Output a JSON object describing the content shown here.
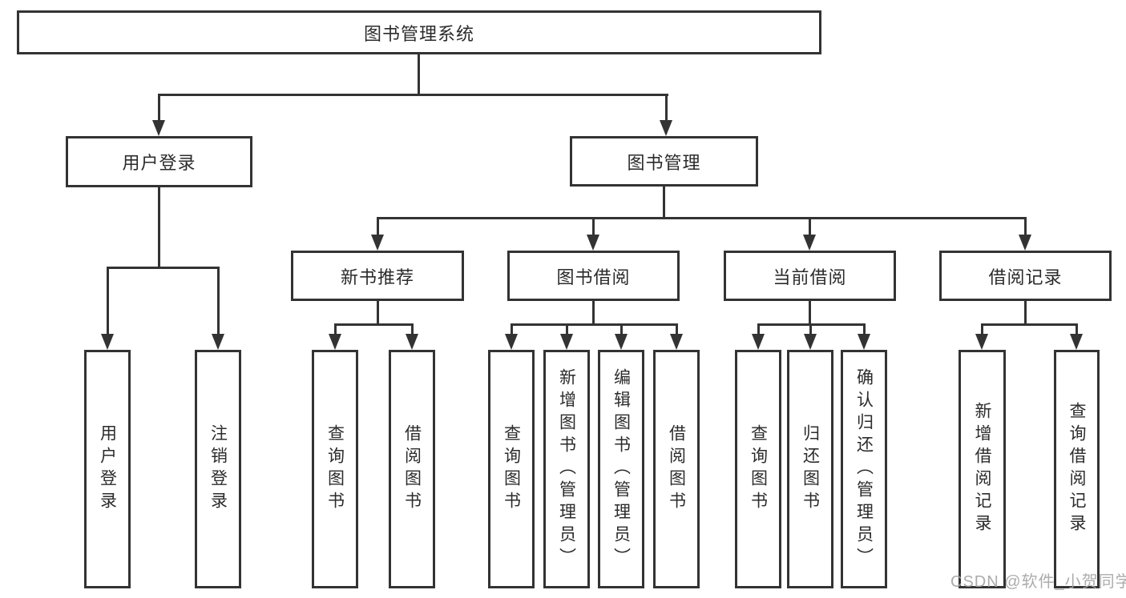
{
  "title": "图书管理系统",
  "watermark": {
    "text": "CSDN @软件_小贺同学"
  },
  "colors": {
    "line": "#333333",
    "border": "#333333",
    "text": "#2b2b2b",
    "background": "#ffffff",
    "watermark": "#a3a3a3"
  },
  "tree": {
    "label": "图书管理系统",
    "children": [
      {
        "label": "用户登录",
        "children": [
          {
            "label": "用户登录"
          },
          {
            "label": "注销登录"
          }
        ]
      },
      {
        "label": "图书管理",
        "children": [
          {
            "label": "新书推荐",
            "children": [
              {
                "label": "查询图书"
              },
              {
                "label": "借阅图书"
              }
            ]
          },
          {
            "label": "图书借阅",
            "children": [
              {
                "label": "查询图书"
              },
              {
                "label": "新增图书（管理员）"
              },
              {
                "label": "编辑图书（管理员）"
              },
              {
                "label": "借阅图书"
              }
            ]
          },
          {
            "label": "当前借阅",
            "children": [
              {
                "label": "查询图书"
              },
              {
                "label": "归还图书"
              },
              {
                "label": "确认归还（管理员）"
              }
            ]
          },
          {
            "label": "借阅记录",
            "children": [
              {
                "label": "新增借阅记录"
              },
              {
                "label": "查询借阅记录"
              }
            ]
          }
        ]
      }
    ]
  }
}
